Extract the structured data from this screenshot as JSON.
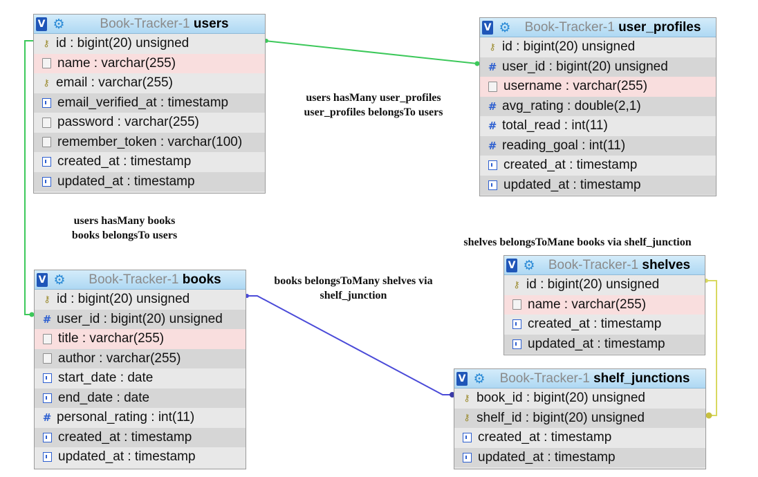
{
  "tables": {
    "users": {
      "db": "Book-Tracker-1",
      "name": "users",
      "fields": [
        {
          "icon": "primary-key-icon",
          "text": "id : bigint(20) unsigned"
        },
        {
          "icon": "text-field-icon",
          "text": "name : varchar(255)"
        },
        {
          "icon": "unique-key-icon",
          "text": "email : varchar(255)"
        },
        {
          "icon": "date-field-icon",
          "text": "email_verified_at : timestamp"
        },
        {
          "icon": "text-field-icon",
          "text": "password : varchar(255)"
        },
        {
          "icon": "text-field-icon",
          "text": "remember_token : varchar(100)"
        },
        {
          "icon": "date-field-icon",
          "text": "created_at : timestamp"
        },
        {
          "icon": "date-field-icon",
          "text": "updated_at : timestamp"
        }
      ]
    },
    "user_profiles": {
      "db": "Book-Tracker-1",
      "name": "user_profiles",
      "fields": [
        {
          "icon": "primary-key-icon",
          "text": "id : bigint(20) unsigned"
        },
        {
          "icon": "numeric-field-icon",
          "text": "user_id : bigint(20) unsigned"
        },
        {
          "icon": "text-field-icon",
          "text": "username : varchar(255)"
        },
        {
          "icon": "numeric-field-icon",
          "text": "avg_rating : double(2,1)"
        },
        {
          "icon": "numeric-field-icon",
          "text": "total_read : int(11)"
        },
        {
          "icon": "numeric-field-icon",
          "text": "reading_goal : int(11)"
        },
        {
          "icon": "date-field-icon",
          "text": "created_at : timestamp"
        },
        {
          "icon": "date-field-icon",
          "text": "updated_at : timestamp"
        }
      ]
    },
    "books": {
      "db": "Book-Tracker-1",
      "name": "books",
      "fields": [
        {
          "icon": "primary-key-icon",
          "text": "id : bigint(20) unsigned"
        },
        {
          "icon": "numeric-field-icon",
          "text": "user_id : bigint(20) unsigned"
        },
        {
          "icon": "text-field-icon",
          "text": "title : varchar(255)"
        },
        {
          "icon": "text-field-icon",
          "text": "author : varchar(255)"
        },
        {
          "icon": "date-field-icon",
          "text": "start_date : date"
        },
        {
          "icon": "date-field-icon",
          "text": "end_date : date"
        },
        {
          "icon": "numeric-field-icon",
          "text": "personal_rating : int(11)"
        },
        {
          "icon": "date-field-icon",
          "text": "created_at : timestamp"
        },
        {
          "icon": "date-field-icon",
          "text": "updated_at : timestamp"
        }
      ]
    },
    "shelves": {
      "db": "Book-Tracker-1",
      "name": "shelves",
      "fields": [
        {
          "icon": "primary-key-icon",
          "text": "id : bigint(20) unsigned"
        },
        {
          "icon": "text-field-icon",
          "text": "name : varchar(255)"
        },
        {
          "icon": "date-field-icon",
          "text": "created_at : timestamp"
        },
        {
          "icon": "date-field-icon",
          "text": "updated_at : timestamp"
        }
      ]
    },
    "shelf_junctions": {
      "db": "Book-Tracker-1",
      "name": "shelf_junctions",
      "fields": [
        {
          "icon": "primary-key-icon",
          "text": "book_id : bigint(20) unsigned"
        },
        {
          "icon": "primary-key-icon",
          "text": "shelf_id : bigint(20) unsigned"
        },
        {
          "icon": "date-field-icon",
          "text": "created_at : timestamp"
        },
        {
          "icon": "date-field-icon",
          "text": "updated_at : timestamp"
        }
      ]
    }
  },
  "relations": {
    "users_profiles": {
      "line1": "users hasMany user_profiles",
      "line2": "user_profiles belongsTo users"
    },
    "users_books": {
      "line1": "users hasMany books",
      "line2": "books belongsTo users"
    },
    "books_shelves": {
      "line1": "books belongsToMany shelves via",
      "line2": "shelf_junction"
    },
    "shelves_books": {
      "line1": "shelves belongsToMane books via shelf_junction"
    }
  },
  "colors": {
    "users_profiles_link": "#3cc85a",
    "users_books_link": "#3cc85a",
    "books_shelves_link": "#4a4ad8",
    "shelves_link": "#d8d860"
  },
  "header": {
    "version_badge": "V",
    "options_icon": "gear-icon"
  }
}
